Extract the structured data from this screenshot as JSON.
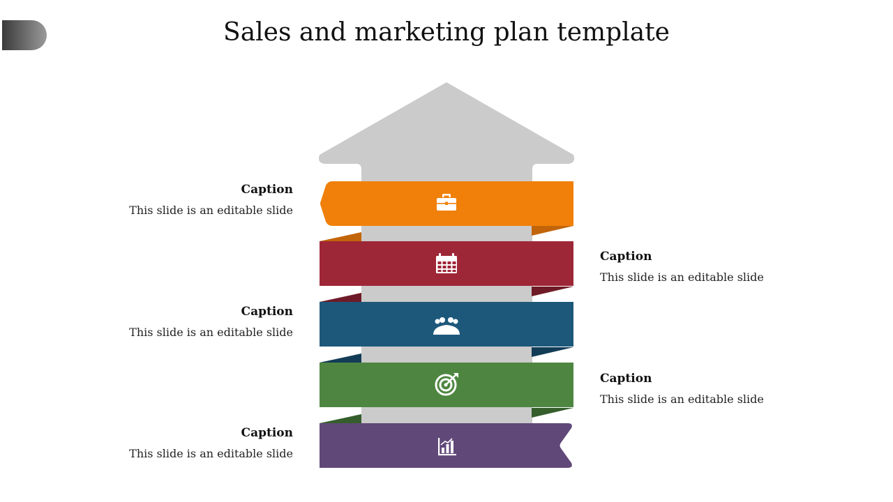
{
  "title": "Sales and marketing plan template",
  "colors": {
    "arrow": "#cbcbcb",
    "orange": "#f0800a",
    "red": "#9e2737",
    "blue": "#1d587b",
    "green": "#4e8641",
    "purple": "#604878"
  },
  "ribbons": [
    {
      "icon": "briefcase-icon",
      "color": "#f0800a",
      "fold": "#c2650a"
    },
    {
      "icon": "calendar-icon",
      "color": "#9e2737",
      "fold": "#6f1b27"
    },
    {
      "icon": "team-icon",
      "color": "#1d587b",
      "fold": "#133d57"
    },
    {
      "icon": "target-icon",
      "color": "#4e8641",
      "fold": "#355e2c"
    },
    {
      "icon": "bar-chart-icon",
      "color": "#604878"
    }
  ],
  "captions": [
    {
      "side": "left",
      "heading": "Caption",
      "text": "This slide is an editable slide"
    },
    {
      "side": "right",
      "heading": "Caption",
      "text": "This slide is an editable slide"
    },
    {
      "side": "left",
      "heading": "Caption",
      "text": "This slide is an editable slide"
    },
    {
      "side": "right",
      "heading": "Caption",
      "text": "This slide is an editable slide"
    },
    {
      "side": "left",
      "heading": "Caption",
      "text": "This slide is an editable slide"
    }
  ]
}
